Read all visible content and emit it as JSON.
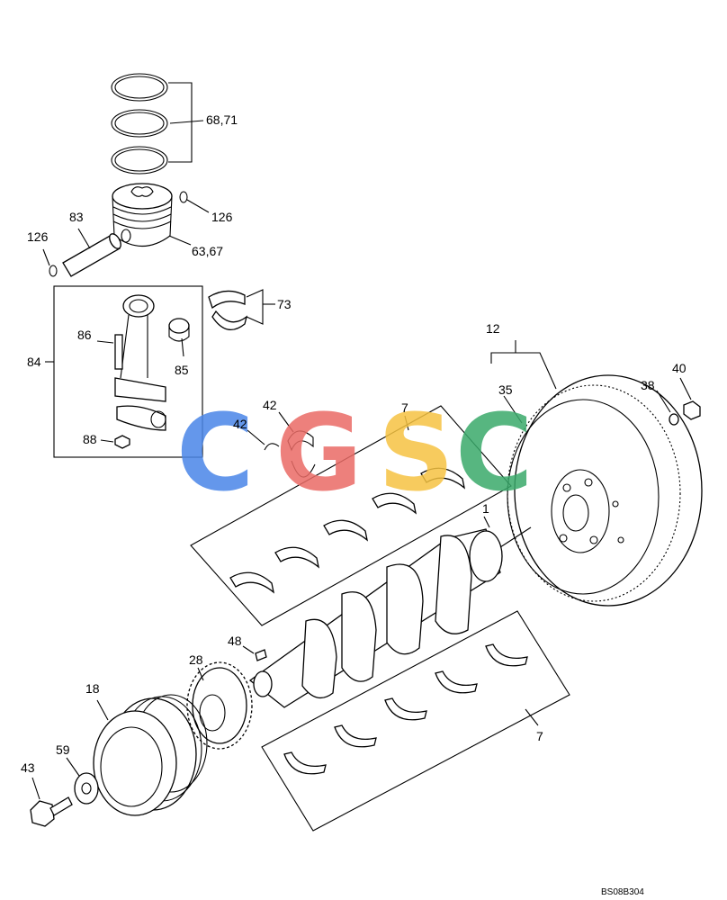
{
  "watermark": {
    "letters": [
      "C",
      "G",
      "S",
      "C"
    ],
    "colors": [
      "#4a86e8",
      "#ea6b66",
      "#f6c342",
      "#3aaa6b"
    ]
  },
  "drawing_code": "BS08B304",
  "callouts": [
    {
      "id": "piston-rings",
      "label": "68,71"
    },
    {
      "id": "snap-ring-right",
      "label": "126"
    },
    {
      "id": "snap-ring-left",
      "label": "126"
    },
    {
      "id": "piston-pin",
      "label": "83"
    },
    {
      "id": "piston",
      "label": "63,67"
    },
    {
      "id": "conrod-bearing-set",
      "label": "73"
    },
    {
      "id": "conrod-assembly",
      "label": "84"
    },
    {
      "id": "conrod-bolt",
      "label": "86"
    },
    {
      "id": "small-end-bushing",
      "label": "85"
    },
    {
      "id": "conrod-nut",
      "label": "88"
    },
    {
      "id": "thrust-washer-upper",
      "label": "42"
    },
    {
      "id": "thrust-washer-lower",
      "label": "42"
    },
    {
      "id": "main-bearing-upper-set",
      "label": "7"
    },
    {
      "id": "flywheel-assembly",
      "label": "12"
    },
    {
      "id": "ring-gear",
      "label": "35"
    },
    {
      "id": "flywheel-washer",
      "label": "38"
    },
    {
      "id": "flywheel-bolt",
      "label": "40"
    },
    {
      "id": "crankshaft",
      "label": "1"
    },
    {
      "id": "key",
      "label": "48"
    },
    {
      "id": "crank-gear",
      "label": "28"
    },
    {
      "id": "pulley",
      "label": "18"
    },
    {
      "id": "pulley-washer",
      "label": "59"
    },
    {
      "id": "pulley-bolt",
      "label": "43"
    },
    {
      "id": "main-bearing-lower-set",
      "label": "7"
    }
  ]
}
